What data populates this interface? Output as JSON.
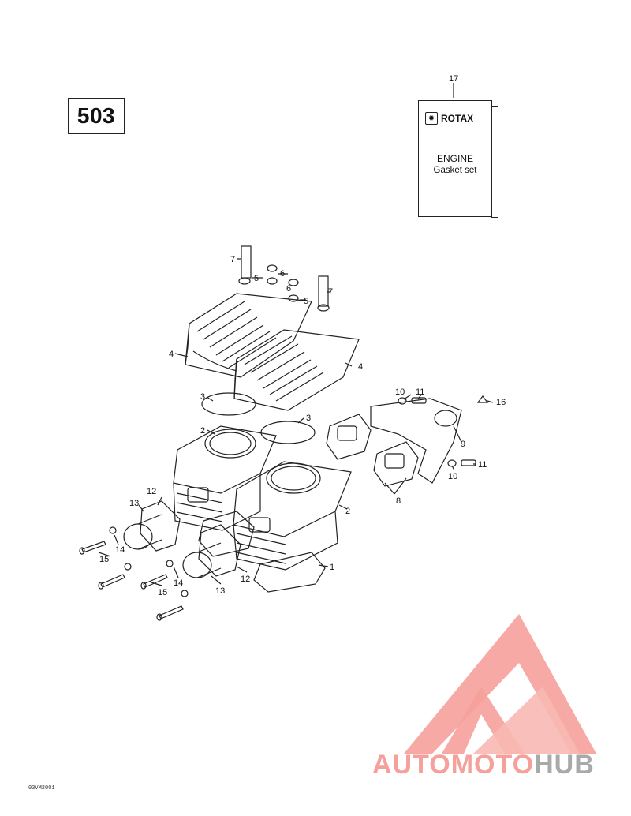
{
  "diagram_number": "503",
  "gasket_set": {
    "callout": "17",
    "brand": "ROTAX",
    "brand_logo_icon": "rotax-gear-icon",
    "title": "ENGINE",
    "subtitle": "Gasket set"
  },
  "callouts": [
    "1",
    "2",
    "2",
    "3",
    "3",
    "4",
    "4",
    "5",
    "5",
    "6",
    "6",
    "7",
    "7",
    "8",
    "9",
    "10",
    "10",
    "11",
    "11",
    "12",
    "12",
    "13",
    "13",
    "14",
    "14",
    "15",
    "15",
    "16"
  ],
  "reference_code": "03VM2001",
  "watermark": {
    "part_auto": "AUTO",
    "part_moto": "MOTO",
    "part_hub": "HUB",
    "color_primary": "#f6a09b",
    "color_secondary": "#a9a9a9"
  },
  "colors": {
    "line": "#222222",
    "background": "#ffffff"
  }
}
